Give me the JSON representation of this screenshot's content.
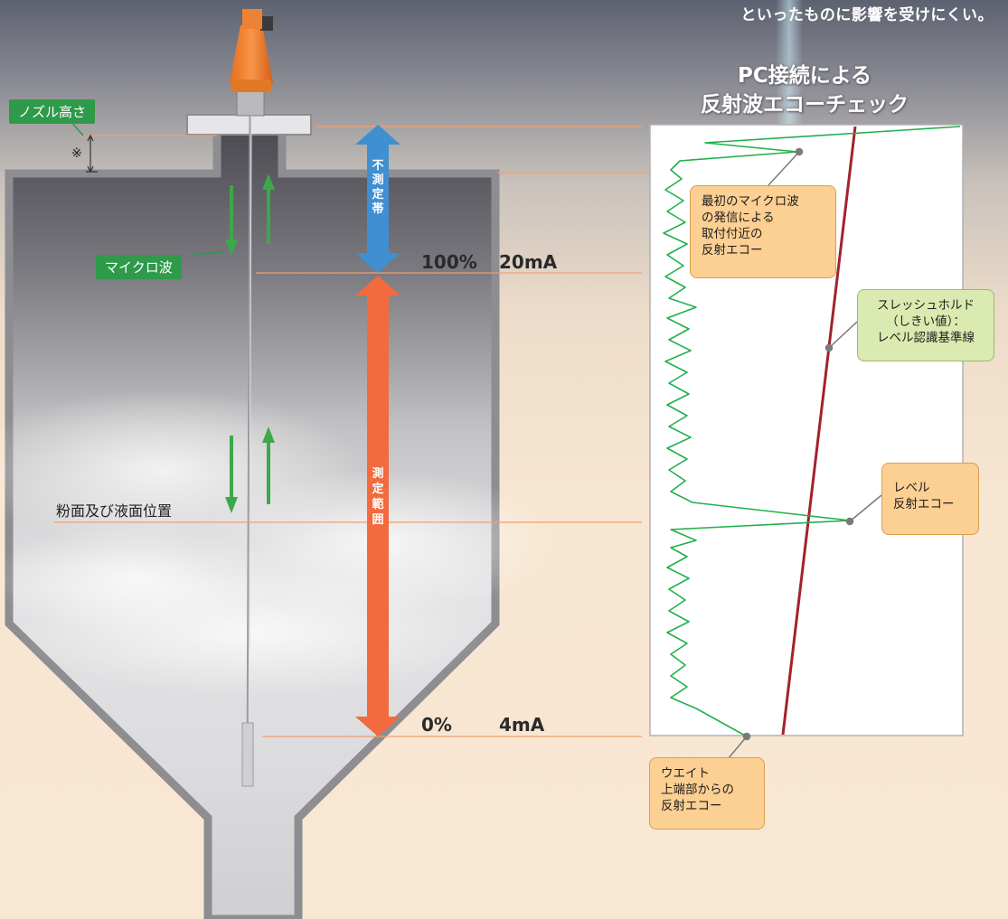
{
  "top_caption": "といったものに影響を受けにくい。",
  "panel_title": [
    "PC接続による",
    "反射波エコーチェック"
  ],
  "labels": {
    "nozzle_height": "ノズル高さ",
    "kome": "※",
    "microwave": "マイクロ波",
    "surface_position": "粉面及び液面位置",
    "pct_100": "100%",
    "ma_20": "20mA",
    "pct_0": "0%",
    "ma_4": "4mA"
  },
  "zones": {
    "dead_zone": [
      "不",
      "測",
      "定",
      "帯"
    ],
    "measuring_range": [
      "測",
      "定",
      "範",
      "囲"
    ]
  },
  "callouts": {
    "first_echo": [
      "最初のマイクロ波",
      "の発信による",
      "取付付近の",
      "反射エコー"
    ],
    "threshold": [
      "スレッシュホルド",
      "（しきい値）：",
      "レベル認識基準線"
    ],
    "level_echo": [
      "レベル",
      "反射エコー"
    ],
    "weight_echo": [
      "ウエイト",
      "上端部からの",
      "反射エコー"
    ]
  },
  "colors": {
    "dead_zone_arrow": "#3f8fd1",
    "range_arrow": "#f26a3d",
    "echo_trace": "#22b04b",
    "threshold_line": "#a3222b",
    "guide_line": "#f0a070",
    "label_green": "#2e9a4a"
  }
}
